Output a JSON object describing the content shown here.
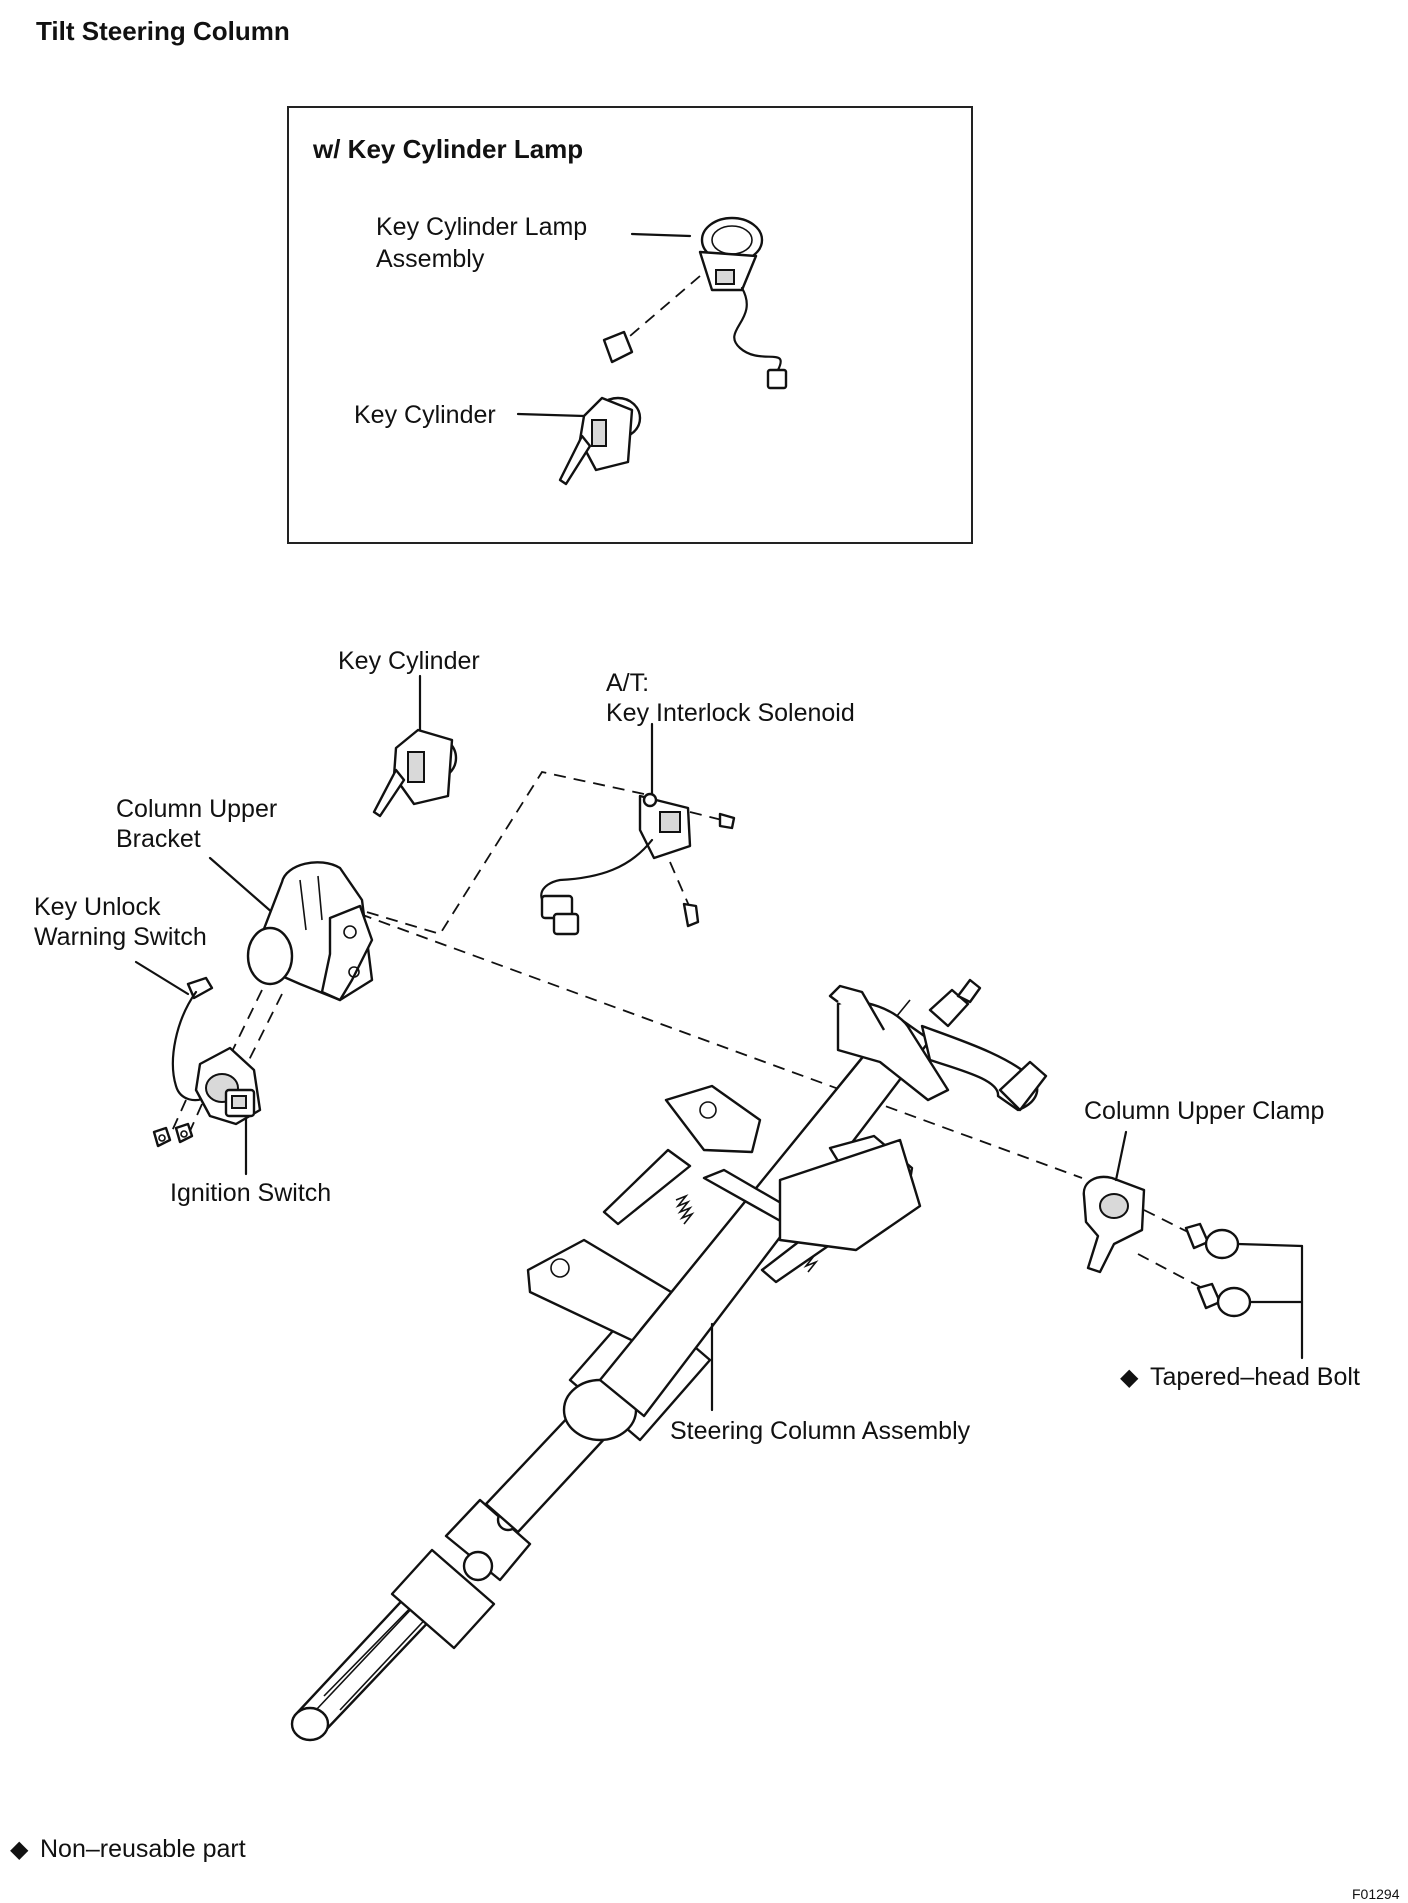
{
  "title": "Tilt Steering Column",
  "inset": {
    "title": "w/ Key Cylinder Lamp"
  },
  "labels": {
    "key_cylinder_lamp_l1": "Key Cylinder Lamp",
    "key_cylinder_lamp_l2": "Assembly",
    "key_cylinder_inset": "Key Cylinder",
    "key_cylinder": "Key Cylinder",
    "at_l1": "A/T:",
    "at_l2": "Key Interlock Solenoid",
    "column_upper_bracket_l1": "Column Upper",
    "column_upper_bracket_l2": "Bracket",
    "key_unlock_l1": "Key Unlock",
    "key_unlock_l2": "Warning Switch",
    "ignition_switch": "Ignition Switch",
    "column_upper_clamp": "Column Upper Clamp",
    "tapered_bolt": "Tapered–head Bolt",
    "steering_column_assembly": "Steering Column Assembly"
  },
  "legend": {
    "symbol": "◆",
    "text": "Non–reusable part"
  },
  "figure_code": "F01294"
}
